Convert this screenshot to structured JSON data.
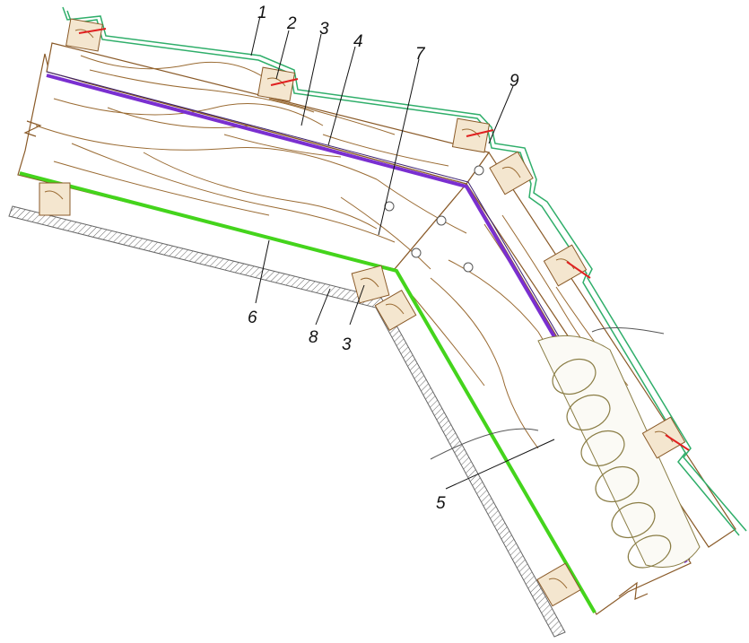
{
  "callouts": [
    {
      "id": "1",
      "text": "1"
    },
    {
      "id": "2",
      "text": "2"
    },
    {
      "id": "3a",
      "text": "3"
    },
    {
      "id": "4",
      "text": "4"
    },
    {
      "id": "7",
      "text": "7"
    },
    {
      "id": "9",
      "text": "9"
    },
    {
      "id": "6",
      "text": "6"
    },
    {
      "id": "8",
      "text": "8"
    },
    {
      "id": "3b",
      "text": "3"
    },
    {
      "id": "5",
      "text": "5"
    }
  ],
  "colors": {
    "wood": "#8a5a28",
    "grain": "#9a6b33",
    "metal_roof": "#2fae6a",
    "membrane": "#7a2fd0",
    "vapor_barrier": "#44d41c",
    "fastener": "#e02020",
    "plaster": "#777777",
    "insulation": "#8a7d45",
    "ink": "#111111"
  }
}
